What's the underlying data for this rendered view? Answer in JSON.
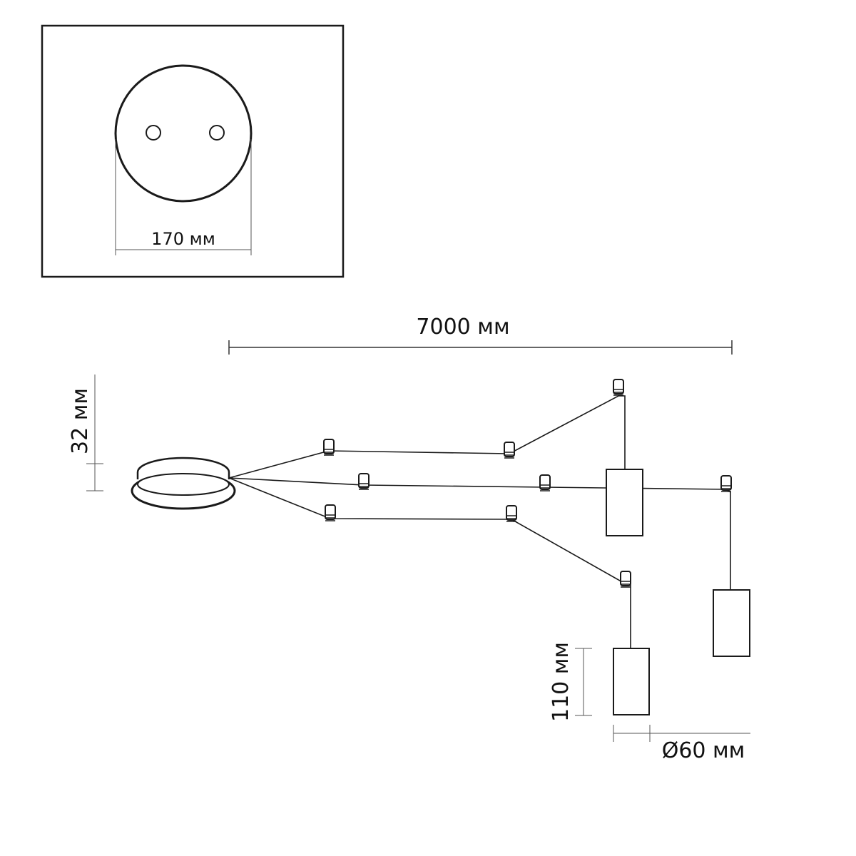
{
  "inset": {
    "diameter_label": "170 мм"
  },
  "dimensions": {
    "total_length_label": "7000 мм",
    "canopy_height_label": "32 мм",
    "shade_height_label": "110 мм",
    "shade_diameter_label": "Ø60 мм"
  }
}
